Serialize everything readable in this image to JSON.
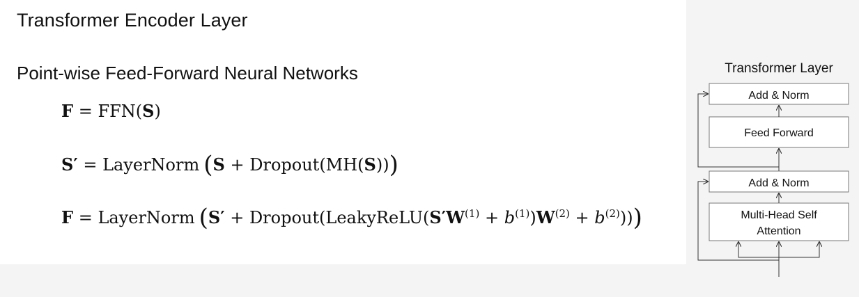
{
  "slide": {
    "title": "Transformer Encoder Layer",
    "subtitle": "Point-wise Feed-Forward Neural Networks"
  },
  "equations": {
    "eq1": {
      "lhs": "F",
      "eq": "=",
      "ffn": "FFN(",
      "arg": "S",
      "close": ")"
    },
    "eq2": {
      "lhs": "S′",
      "eq": "=",
      "ln": "LayerNorm",
      "lp": "(",
      "s": "S",
      "plus": "+",
      "dropout": "Dropout(MH(",
      "arg": "S",
      "close": "))",
      "rp": ")"
    },
    "eq3": {
      "lhs": "F",
      "eq": "=",
      "ln": "LayerNorm",
      "lp": "(",
      "sp": "S′",
      "plus1": "+",
      "dropout": "Dropout(LeakyReLU(",
      "sw": "S′W",
      "sup1": "(1)",
      "plus2": "+",
      "b1": "b",
      "bsup1": "(1)",
      "close1": ")",
      "w2": "W",
      "sup2": "(2)",
      "plus3": "+",
      "b2": "b",
      "bsup2": "(2)",
      "close2": "))",
      "rp": ")"
    }
  },
  "diagram": {
    "title": "Transformer Layer",
    "boxes": {
      "top_add_norm": "Add & Norm",
      "feed_forward": "Feed Forward",
      "bottom_add_norm": "Add & Norm",
      "mhsa_line1": "Multi-Head Self",
      "mhsa_line2": "Attention"
    }
  }
}
